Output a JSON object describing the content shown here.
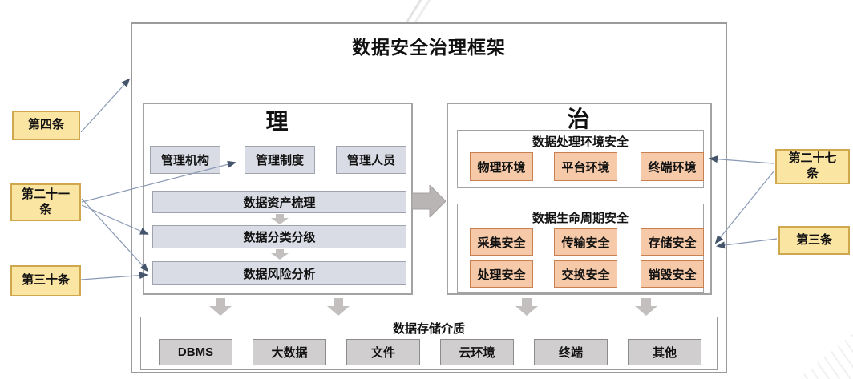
{
  "title": "数据安全治理框架",
  "articles": {
    "left": [
      "第四条",
      "第二十一条",
      "第三十条"
    ],
    "right": [
      "第二十七条",
      "第三条"
    ]
  },
  "li": {
    "header": "理",
    "org_boxes": [
      "管理机构",
      "管理制度",
      "管理人员"
    ],
    "bars": [
      "数据资产梳理",
      "数据分类分级",
      "数据风险分析"
    ]
  },
  "zhi": {
    "header": "治",
    "env": {
      "title": "数据处理环境安全",
      "items": [
        "物理环境",
        "平台环境",
        "终端环境"
      ]
    },
    "lifecycle": {
      "title": "数据生命周期安全",
      "items": [
        "采集安全",
        "传输安全",
        "存储安全",
        "处理安全",
        "交换安全",
        "销毁安全"
      ]
    }
  },
  "storage": {
    "title": "数据存储介质",
    "items": [
      "DBMS",
      "大数据",
      "文件",
      "云环境",
      "终端",
      "其他"
    ]
  },
  "colors": {
    "article_fill": "#FBE5A2",
    "article_border": "#CFA84E",
    "org_fill": "#D9DCE4",
    "org_border": "#9EA3AD",
    "peach_fill": "#F6C9A8",
    "peach_border": "#C97F4F",
    "storage_fill": "#D0CECE",
    "storage_border": "#8C8C8C",
    "flow_arrow": "#BBB7B7",
    "connector_line": "#8A99B5",
    "arrowhead": "#44546A"
  }
}
